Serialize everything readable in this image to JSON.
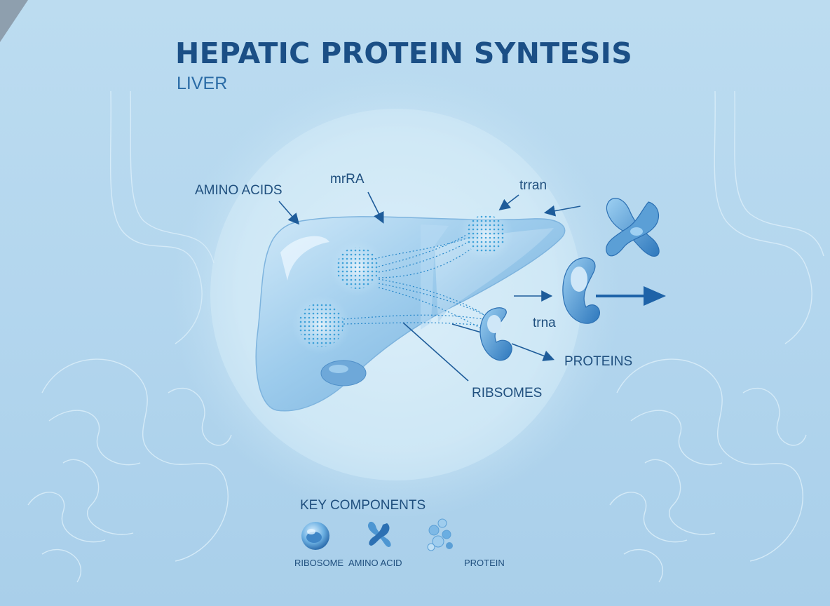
{
  "header": {
    "title": "HEPATIC PROTEIN SYNTESIS",
    "subtitle": "LIVER"
  },
  "diagram": {
    "labels": {
      "amino_acids": "AMINO ACIDS",
      "mrna": "mrRA",
      "trna_top": "trran",
      "trna_mid": "trna",
      "proteins": "PROTEINS",
      "ribosomes": "RIBSOMES"
    }
  },
  "key": {
    "title": "KEY COMPONENTS",
    "items": [
      {
        "label": "RIBOSOME",
        "icon": "ribosome-icon"
      },
      {
        "label": "AMINO ACID",
        "icon": "amino-acid-icon"
      },
      {
        "label": "PROTEIN",
        "icon": "protein-icon"
      }
    ]
  },
  "colors": {
    "background": "#b6d8ee",
    "title": "#1b4f86",
    "accent": "#1e63a8",
    "organ": "#8cc0e6"
  }
}
